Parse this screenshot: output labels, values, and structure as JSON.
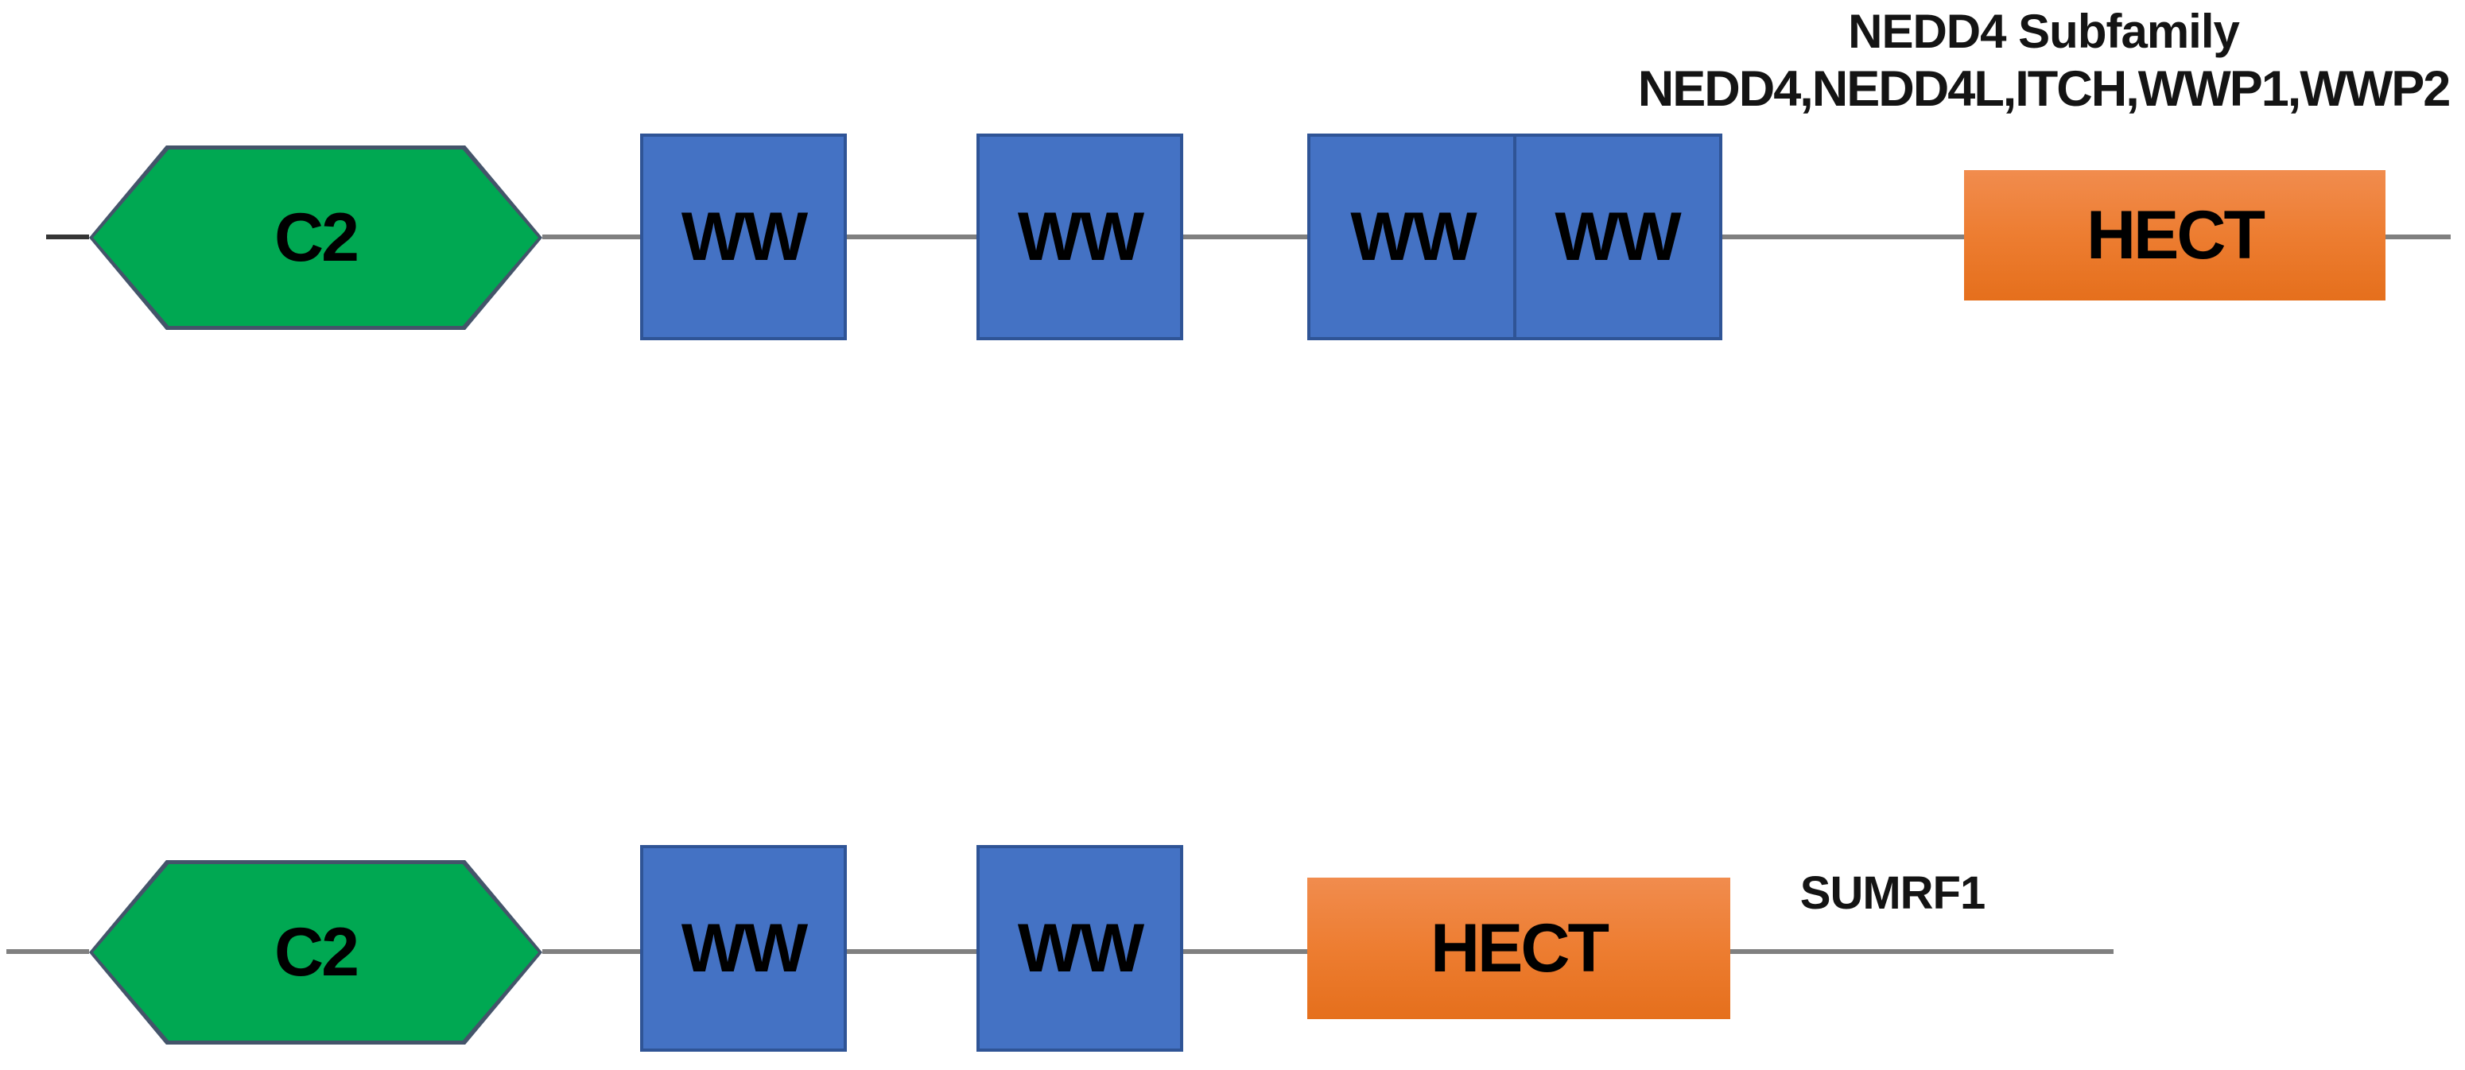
{
  "diagram": {
    "type": "protein-domain-architecture",
    "background": "#FFFFFF",
    "colors": {
      "c2_fill": "#00A852",
      "c2_border": "#44546A",
      "ww_fill": "#4472C4",
      "ww_border": "#2F5496",
      "hect_fill": "#ED7D31",
      "backbone": "#808080",
      "label_text": "#000000"
    },
    "rows": [
      {
        "group_label": "NEDD4 Subfamily",
        "members": "NEDD4,NEDD4L,ITCH,WWP1,WWP2",
        "domains": [
          {
            "type": "C2",
            "label": "C2",
            "shape": "hexagon",
            "color": "#00A852"
          },
          {
            "type": "WW",
            "label": "WW",
            "shape": "square",
            "color": "#4472C4"
          },
          {
            "type": "WW",
            "label": "WW",
            "shape": "square",
            "color": "#4472C4"
          },
          {
            "type": "WW",
            "label": "WW",
            "shape": "square",
            "color": "#4472C4",
            "paired": true
          },
          {
            "type": "WW",
            "label": "WW",
            "shape": "square",
            "color": "#4472C4",
            "paired": true
          },
          {
            "type": "HECT",
            "label": "HECT",
            "shape": "rectangle",
            "color": "#ED7D31"
          }
        ]
      },
      {
        "group_label": "SUMRF1",
        "domains": [
          {
            "type": "C2",
            "label": "C2",
            "shape": "hexagon",
            "color": "#00A852"
          },
          {
            "type": "WW",
            "label": "WW",
            "shape": "square",
            "color": "#4472C4"
          },
          {
            "type": "WW",
            "label": "WW",
            "shape": "square",
            "color": "#4472C4"
          },
          {
            "type": "HECT",
            "label": "HECT",
            "shape": "rectangle",
            "color": "#ED7D31"
          }
        ]
      }
    ]
  }
}
